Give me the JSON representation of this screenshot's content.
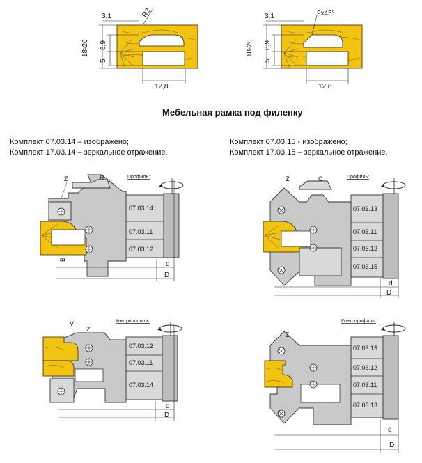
{
  "title": "Мебельная рамка под филенку",
  "kits": {
    "left": [
      "Комплект  07.03.14 – изображено;",
      "Комплект  17.03.14 – зеркальное отражение."
    ],
    "right": [
      "Комплект  07.03.15 - изображено;",
      "Комплект  17.03.15 – зеркальное отражение."
    ]
  },
  "profiles": {
    "left": {
      "d_3_1": "3,1",
      "radius": "R2",
      "d_18_20": "18-20",
      "d_8_9": "8,9",
      "d_5": "5",
      "d_12_8": "12,8"
    },
    "right": {
      "d_3_1": "3,1",
      "chamfer": "2x45°",
      "d_18_20": "18-20",
      "d_8_9": "8,9",
      "d_5": "5",
      "d_12_8": "12,8"
    }
  },
  "assemblies": {
    "a1": {
      "caption": "Профиль:",
      "codes": [
        "07.03.14",
        "07.03.11",
        "07.03.12"
      ],
      "z": "Z",
      "r": "R",
      "b": "B",
      "d": "d",
      "D": "D"
    },
    "a2": {
      "caption": "Профиль:",
      "codes": [
        "07.03.13",
        "07.03.11",
        "07.03.12",
        "07.03.15"
      ],
      "z": "Z",
      "c": "C",
      "d": "d",
      "D": "D"
    },
    "a3": {
      "caption": "Контрпрофиль:",
      "codes": [
        "07.03.12",
        "07.03.11",
        "07.03.14"
      ],
      "z": "Z",
      "v": "V",
      "d": "d",
      "D": "D"
    },
    "a4": {
      "caption": "Контрпрофиль:",
      "codes": [
        "07.03.15",
        "07.03.12",
        "07.03.11",
        "07.03.13"
      ],
      "z": "Z",
      "d": "d",
      "D": "D"
    }
  },
  "icons": [
    "rotation-arrow-icon",
    "insert-screw-icon",
    "cross-screw-icon"
  ]
}
